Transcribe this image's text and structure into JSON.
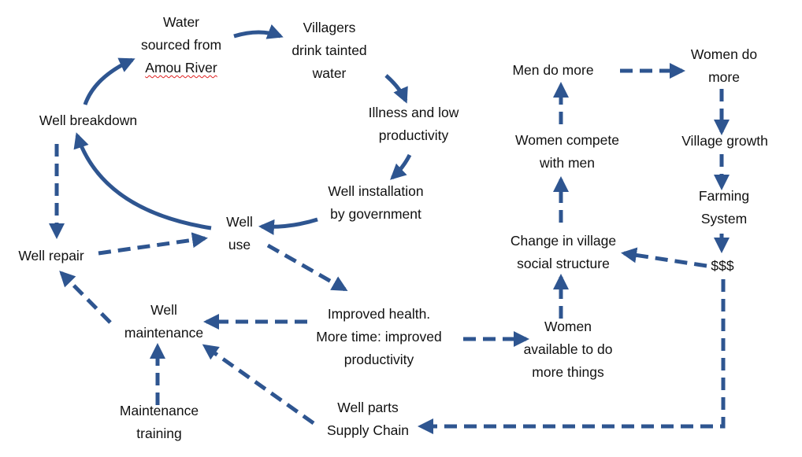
{
  "diagram": {
    "colors": {
      "arrow": "#2E5590",
      "text": "#111111",
      "background": "#ffffff"
    },
    "nodes": {
      "water_sourced": {
        "line1": "Water",
        "line2": "sourced from",
        "line3": "Amou River"
      },
      "villagers_drink": {
        "line1": "Villagers",
        "line2": "drink tainted",
        "line3": "water"
      },
      "illness": {
        "line1": "Illness and low",
        "line2": "productivity"
      },
      "well_installation": {
        "line1": "Well installation",
        "line2": "by government"
      },
      "well_use": {
        "line1": "Well",
        "line2": "use"
      },
      "well_breakdown": {
        "line1": "Well breakdown"
      },
      "well_repair": {
        "line1": "Well repair"
      },
      "well_maintenance": {
        "line1": "Well",
        "line2": "maintenance"
      },
      "maintenance_training": {
        "line1": "Maintenance",
        "line2": "training"
      },
      "improved_health": {
        "line1": "Improved health.",
        "line2": "More time: improved",
        "line3": "productivity"
      },
      "well_parts": {
        "line1": "Well parts",
        "line2": "Supply Chain"
      },
      "women_available": {
        "line1": "Women",
        "line2": "available to do",
        "line3": "more things"
      },
      "change_social": {
        "line1": "Change in village",
        "line2": "social structure"
      },
      "women_compete": {
        "line1": "Women compete",
        "line2": "with men"
      },
      "men_do_more": {
        "line1": "Men do more"
      },
      "women_do_more": {
        "line1": "Women do",
        "line2": "more"
      },
      "village_growth": {
        "line1": "Village growth"
      },
      "farming_system": {
        "line1": "Farming",
        "line2": "System"
      },
      "money": {
        "line1": "$$$"
      }
    }
  }
}
